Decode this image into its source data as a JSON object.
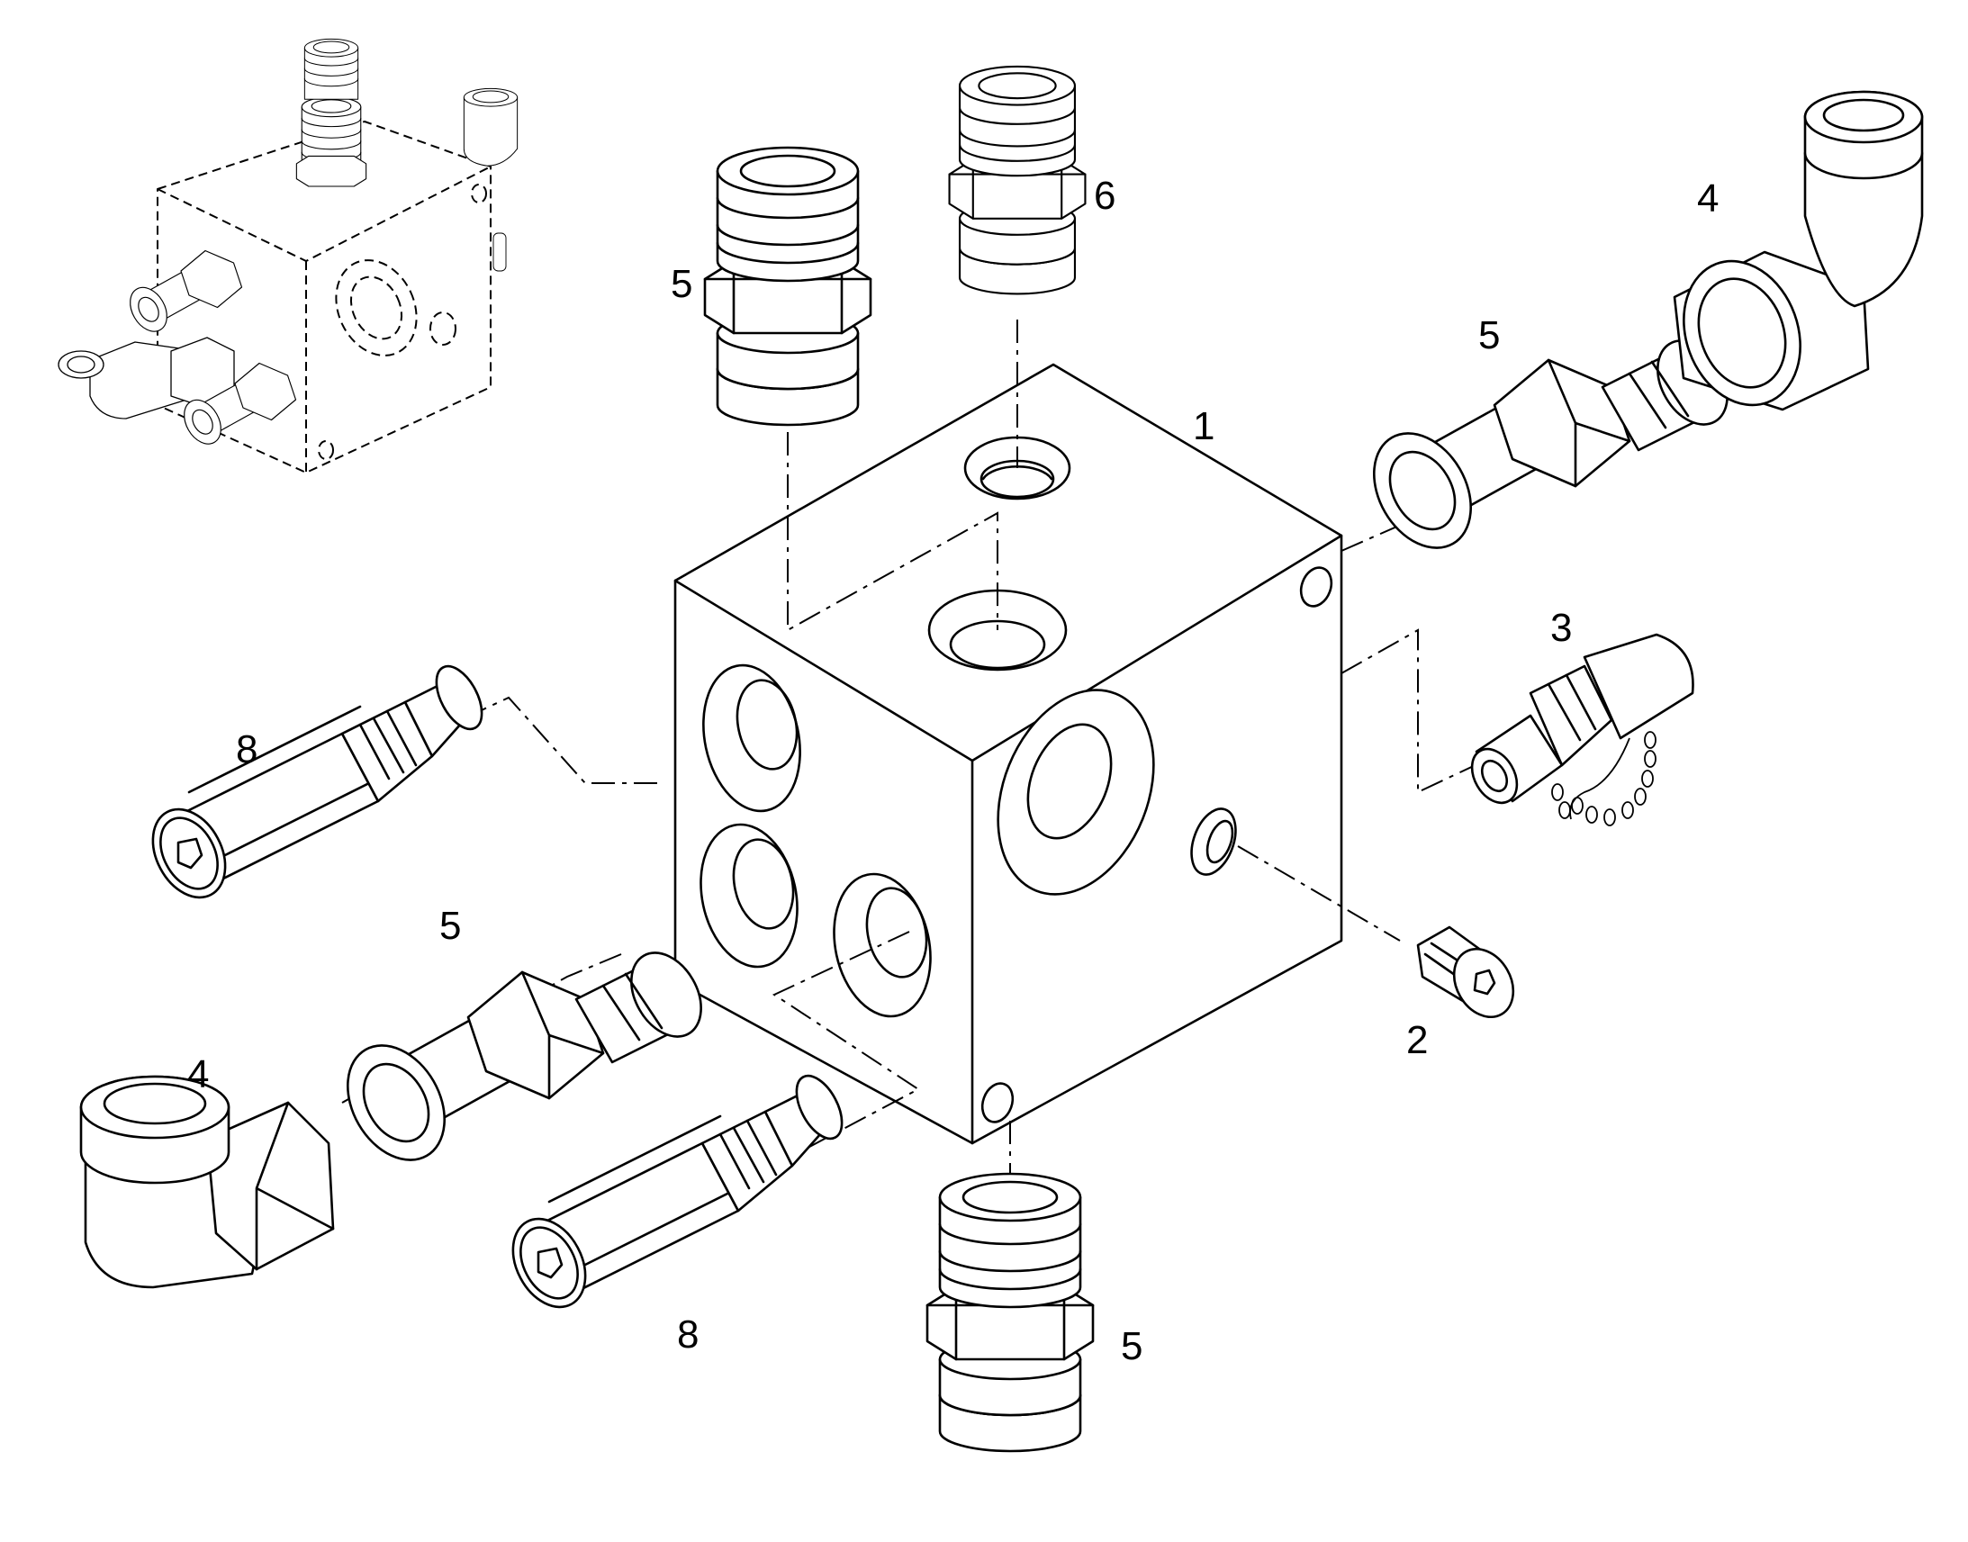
{
  "diagram": {
    "callouts": [
      {
        "id": "callout-1",
        "text": "1"
      },
      {
        "id": "callout-2",
        "text": "2"
      },
      {
        "id": "callout-3",
        "text": "3"
      },
      {
        "id": "callout-4-upper",
        "text": "4"
      },
      {
        "id": "callout-4-lower",
        "text": "4"
      },
      {
        "id": "callout-5-top-left",
        "text": "5"
      },
      {
        "id": "callout-5-right",
        "text": "5"
      },
      {
        "id": "callout-5-left",
        "text": "5"
      },
      {
        "id": "callout-5-bottom",
        "text": "5"
      },
      {
        "id": "callout-6",
        "text": "6"
      },
      {
        "id": "callout-8-upper",
        "text": "8"
      },
      {
        "id": "callout-8-lower",
        "text": "8"
      }
    ]
  }
}
